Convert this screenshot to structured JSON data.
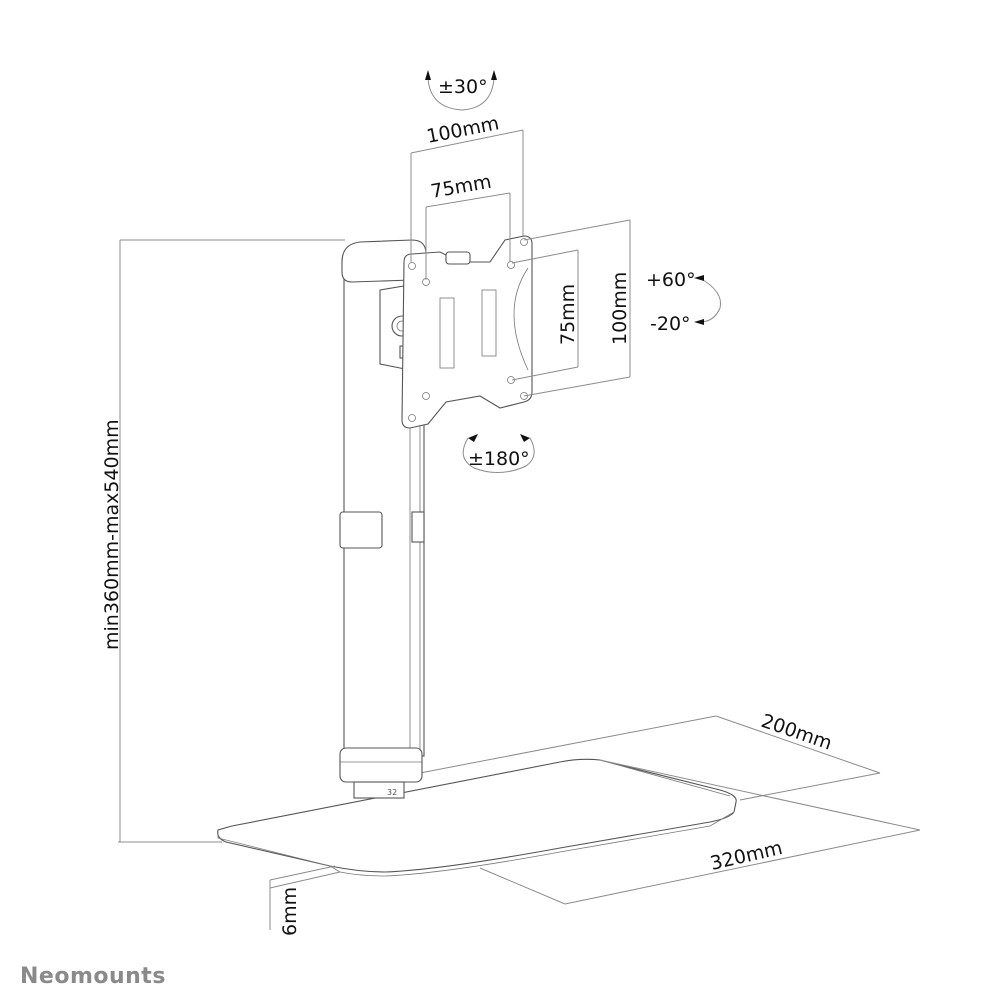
{
  "diagram": {
    "type": "technical-dimension-drawing",
    "subject": "Monitor desk stand",
    "brand": "Neomounts",
    "labels": {
      "tilt_top": "±30°",
      "vesa_outer_width": "100mm",
      "vesa_inner_width": "75mm",
      "vesa_inner_height": "75mm",
      "vesa_outer_height": "100mm",
      "tilt_up": "+60°",
      "tilt_down": "-20°",
      "rotation": "±180°",
      "height_range": "min360mm-max540mm",
      "base_depth": "200mm",
      "base_width": "320mm",
      "base_thickness": "6mm",
      "base_marking": "32"
    },
    "colors": {
      "line": "#555555",
      "dimension_line": "#8c8c8c",
      "text": "#111111",
      "brand": "#8a8a8a",
      "background": "#ffffff"
    }
  }
}
